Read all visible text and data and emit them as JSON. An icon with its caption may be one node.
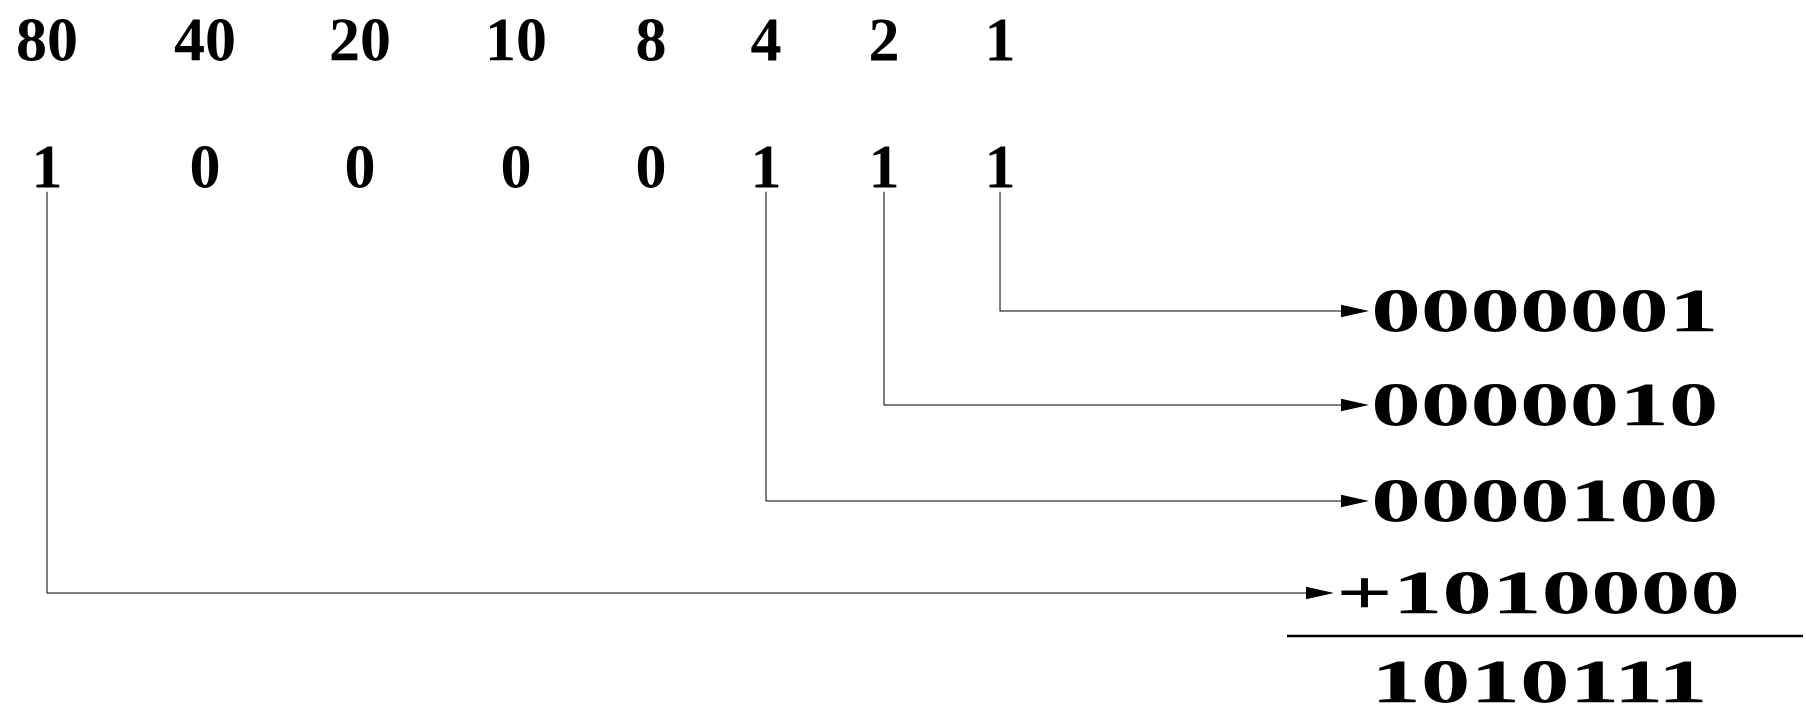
{
  "diagram": {
    "nodes": [
      {
        "text": [
          "1"
        ]
      },
      {
        "text": [
          "0"
        ]
      },
      {
        "text": [
          "0"
        ]
      },
      {
        "text": [
          "0"
        ]
      },
      {
        "text": [
          "0"
        ]
      },
      {
        "text": [
          "1"
        ]
      },
      {
        "text": [
          "1"
        ]
      },
      {
        "text": [
          "1"
        ]
      },
      {
        "text": [
          "0000001"
        ]
      },
      {
        "text": [
          "0000010"
        ]
      },
      {
        "text": [
          "0000100"
        ]
      },
      {
        "text": [
          "+1010000"
        ]
      },
      {
        "text": [
          "1010111"
        ]
      }
    ],
    "edges": [
      {
        "from": 7,
        "to": 8,
        "arrow": "to"
      },
      {
        "from": 6,
        "to": 9,
        "arrow": "to"
      },
      {
        "from": 5,
        "to": 10,
        "arrow": "to"
      },
      {
        "from": 0,
        "to": 11,
        "arrow": "to"
      }
    ],
    "labels": [
      "80",
      "40",
      "20",
      "10",
      "8",
      "4",
      "2",
      "1"
    ]
  }
}
